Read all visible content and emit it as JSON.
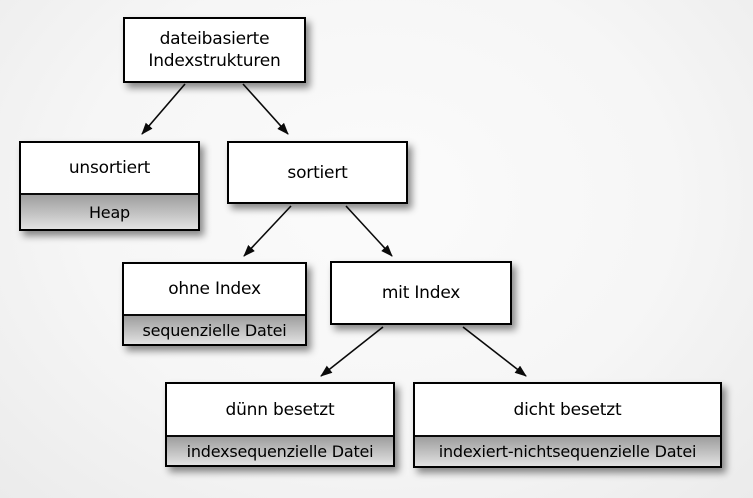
{
  "diagram": {
    "language": "de",
    "type": "tree",
    "nodes": {
      "root": {
        "label": "dateibasierte Indexstrukturen"
      },
      "unsorted": {
        "label": "unsortiert",
        "sublabel": "Heap"
      },
      "sorted": {
        "label": "sortiert"
      },
      "no_index": {
        "label": "ohne Index",
        "sublabel": "sequenzielle Datei"
      },
      "with_index": {
        "label": "mit Index"
      },
      "sparse": {
        "label": "dünn besetzt",
        "sublabel": "indexsequenzielle Datei"
      },
      "dense": {
        "label": "dicht besetzt",
        "sublabel": "indexiert-nichtsequenzielle Datei"
      }
    },
    "edges": [
      {
        "from": "root",
        "to": "unsorted"
      },
      {
        "from": "root",
        "to": "sorted"
      },
      {
        "from": "sorted",
        "to": "no_index"
      },
      {
        "from": "sorted",
        "to": "with_index"
      },
      {
        "from": "with_index",
        "to": "sparse"
      },
      {
        "from": "with_index",
        "to": "dense"
      }
    ],
    "colors": {
      "box_background": "#ffffff",
      "box_border": "#000000",
      "sublabel_gradient_top": "#9e9e9e",
      "sublabel_gradient_bottom": "#e2e2e2",
      "arrow": "#000000",
      "page_background": "#f6f6f6"
    }
  }
}
